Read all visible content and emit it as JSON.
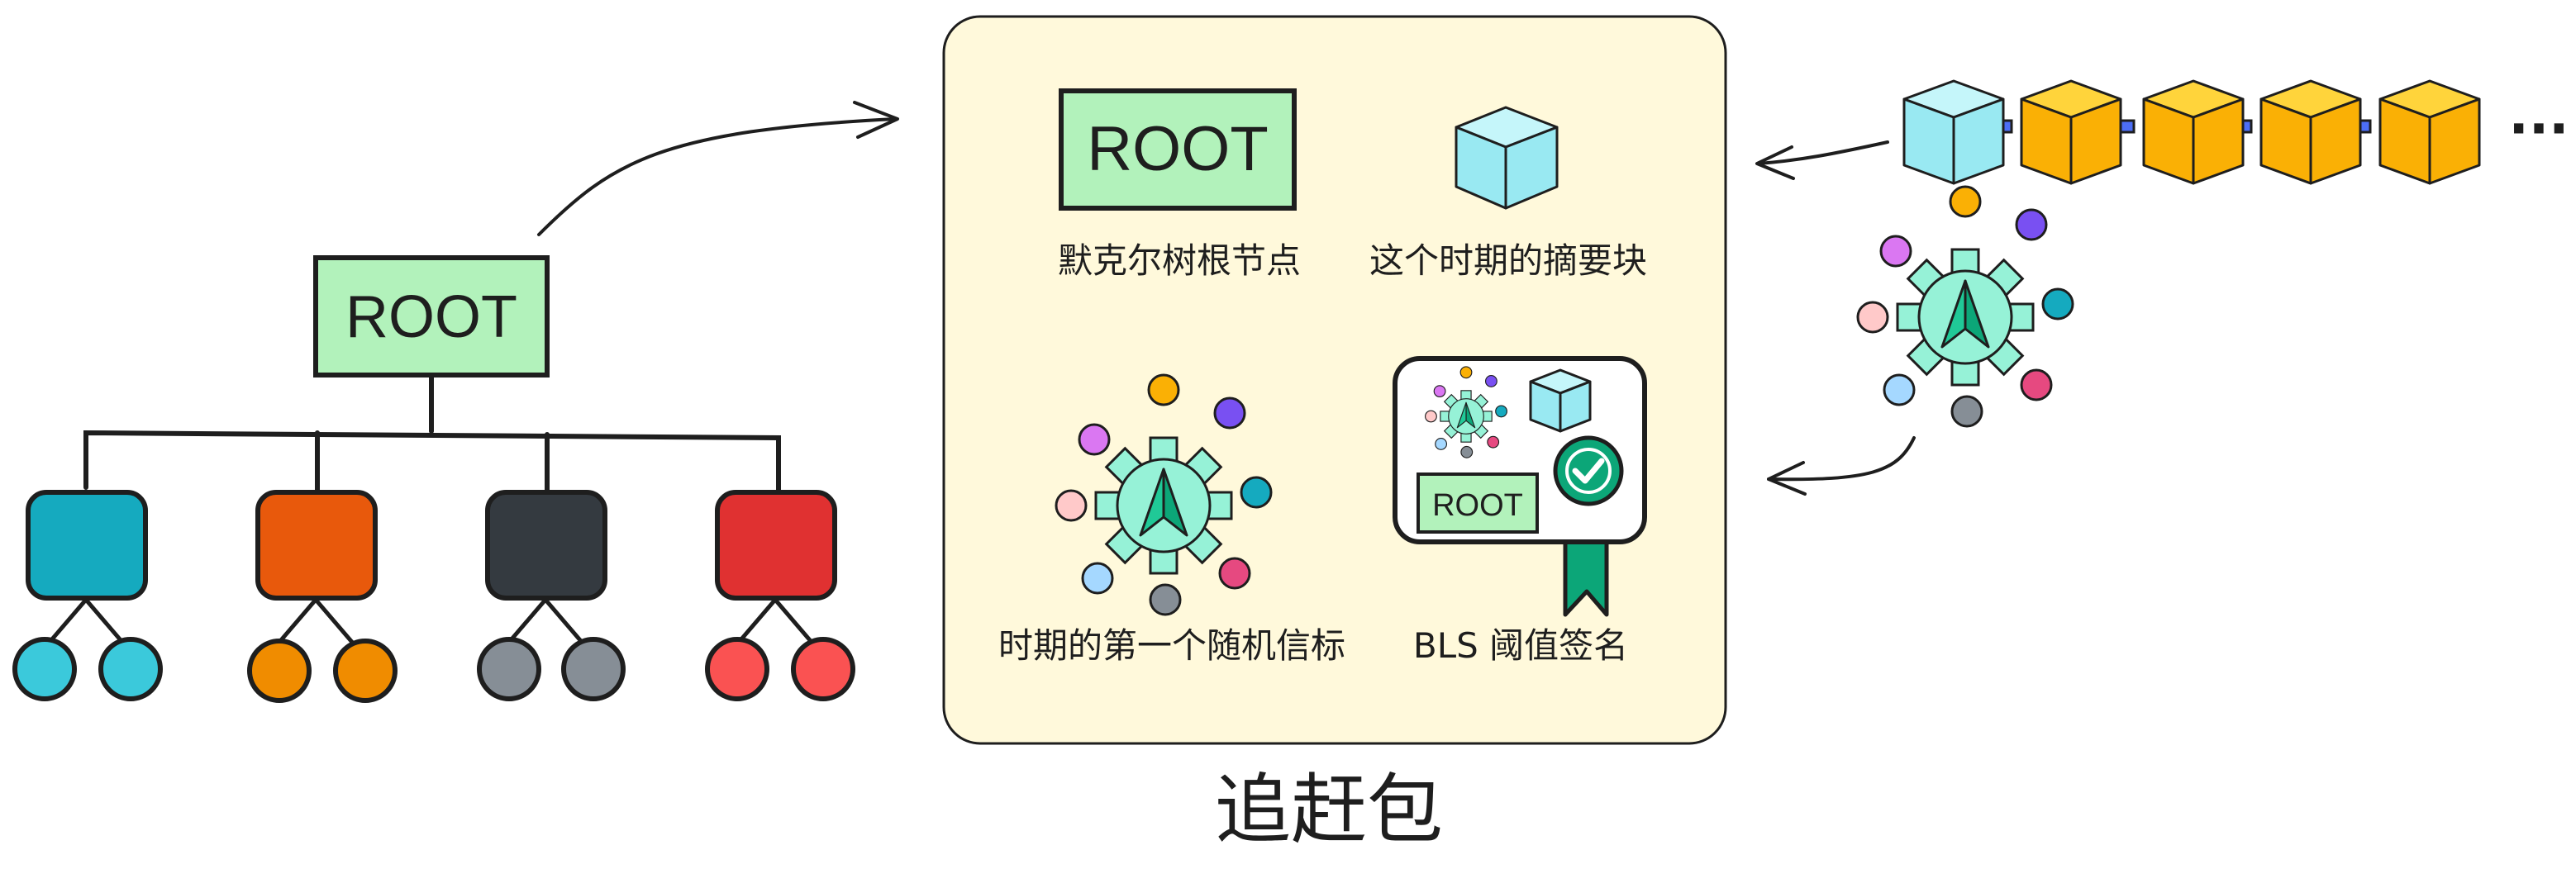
{
  "tree": {
    "root_label": "ROOT",
    "colors": {
      "root_fill": "#b2f2bb",
      "node_fills": [
        "#15aabf",
        "#e8590c",
        "#343a40",
        "#e03131"
      ],
      "leaf_fills": [
        "#3bc9db",
        "#f08c00",
        "#868e96",
        "#fa5252"
      ]
    }
  },
  "package": {
    "title": "追赶包",
    "background": "#fff9db",
    "items": [
      {
        "label": "默克尔树根节点",
        "root_label": "ROOT"
      },
      {
        "label": "这个时期的摘要块"
      },
      {
        "label": "时期的第一个随机信标"
      },
      {
        "label": "BLS 阈值签名",
        "root_label": "ROOT"
      }
    ]
  },
  "chain": {
    "ellipsis": "···",
    "colors": {
      "first_block": "#99e9f2",
      "block": "#fab005",
      "link": "#4c6ef5"
    }
  },
  "beacon": {
    "icon": "compass-gear-icon",
    "colors": {
      "gear": "#96f2d7",
      "arrow": "#12b886",
      "dots": [
        "#fab005",
        "#7950f2",
        "#15aabf",
        "#e64980",
        "#868e96",
        "#a5d8ff",
        "#ffc9c9",
        "#da77f2"
      ]
    }
  }
}
